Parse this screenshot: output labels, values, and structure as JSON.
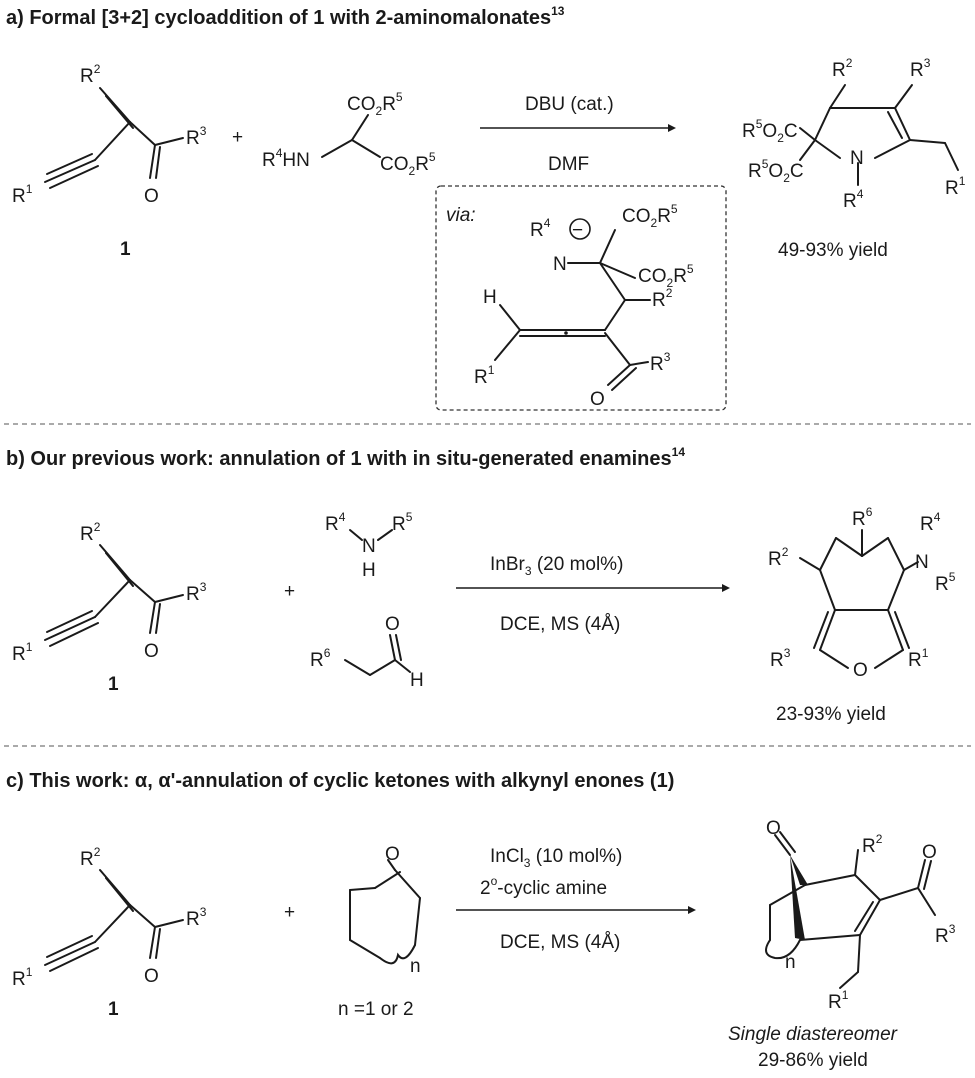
{
  "panel_a": {
    "title_main": "a) Formal [3+2] cycloaddition of 1 with 2-aminomalonates",
    "title_ref": "13",
    "plus": "+",
    "reagent": "DBU (cat.)",
    "solvent": "DMF",
    "via": "via:",
    "compound_label": "1",
    "yield": "49-93% yield"
  },
  "panel_b": {
    "title_main": "b) Our previous work: annulation of 1 with in situ-generated enamines",
    "title_ref": "14",
    "plus": "+",
    "reagent_main": "InBr",
    "reagent_sub": "3",
    "reagent_rest": " (20 mol%)",
    "conditions": "DCE, MS (4Å)",
    "compound_label": "1",
    "yield": "23-93% yield"
  },
  "panel_c": {
    "title_main": "c) This work: α, α'-annulation of cyclic ketones with alkynyl enones (1)",
    "plus": "+",
    "reagent_main": "InCl",
    "reagent_sub": "3",
    "reagent_rest": " (10 mol%)",
    "amine_sup": "o",
    "amine_pre": "2",
    "amine_rest": "-cyclic amine",
    "conditions": "DCE, MS (4Å)",
    "compound_label": "1",
    "n_range": "n =1 or 2",
    "n_label": "n",
    "selectivity": "Single diastereomer",
    "yield": "29-86% yield"
  },
  "atoms": {
    "R1": "R",
    "R2": "R",
    "R3": "R",
    "R4": "R",
    "R5": "R",
    "R6": "R",
    "s1": "1",
    "s2": "2",
    "s3": "3",
    "s4": "4",
    "s5": "5",
    "s6": "6",
    "O": "O",
    "N": "N",
    "H": "H",
    "CO2": "CO",
    "two": "2",
    "O2C": "O",
    "C": "C",
    "HN": "HN",
    "minus": "−"
  }
}
